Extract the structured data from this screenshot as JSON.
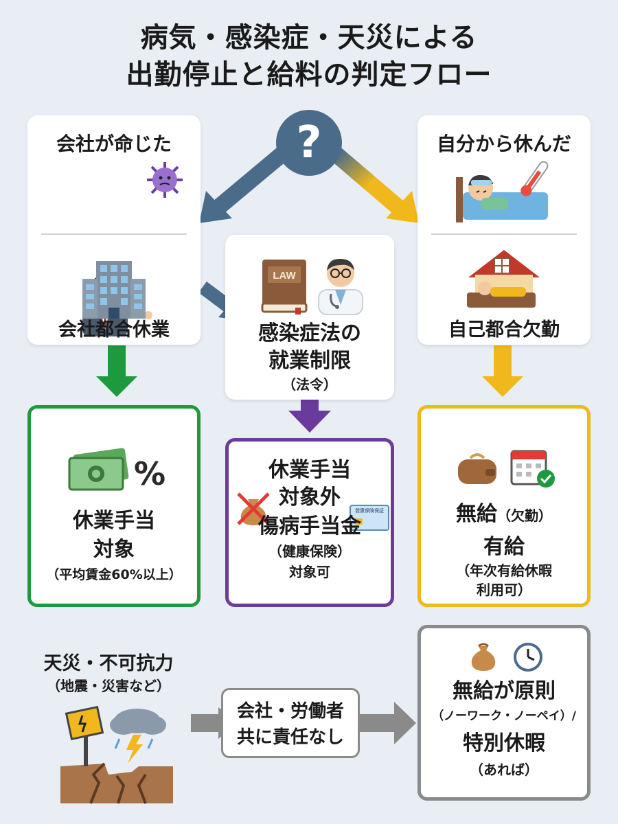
{
  "title": {
    "line1": "病気・感染症・天災による",
    "line2": "出勤停止と給料の判定フロー"
  },
  "start": {
    "symbol": "?"
  },
  "left": {
    "header": "会社が命じた",
    "label": "会社都合休業",
    "outcome": {
      "line1": "休業手当",
      "line2": "対象",
      "note": "（平均賃金60%以上）",
      "icon_text": "%"
    }
  },
  "middle": {
    "law_text": "LAW",
    "line1": "感染症法の",
    "line2": "就業制限",
    "note": "（法令）",
    "outcome": {
      "line1": "休業手当",
      "line2": "対象外",
      "line3": "傷病手当金",
      "note1": "（健康保険）",
      "note2": "対象可",
      "card_text": "健康保険保証"
    }
  },
  "right": {
    "header": "自分から休んだ",
    "label": "自己都合欠勤",
    "outcome": {
      "unpaid": "無給",
      "unpaid_note": "（欠勤）",
      "paid": "有給",
      "note1": "（年次有給休暇",
      "note2": "利用可）"
    }
  },
  "disaster": {
    "line1": "天災・不可抗力",
    "line2": "（地震・災害など）",
    "middle1": "会社・労働者",
    "middle2": "共に責任なし",
    "outcome": {
      "line1": "無給が原則",
      "line2": "（ノーワーク・ノーペイ）/",
      "line3": "特別休暇",
      "line4": "（あれば）"
    }
  },
  "colors": {
    "blue": "#4a6b8a",
    "yellow": "#f0b81c",
    "green": "#1d9a3d",
    "purple": "#6a3a9c",
    "gray": "#7d7d7d"
  }
}
